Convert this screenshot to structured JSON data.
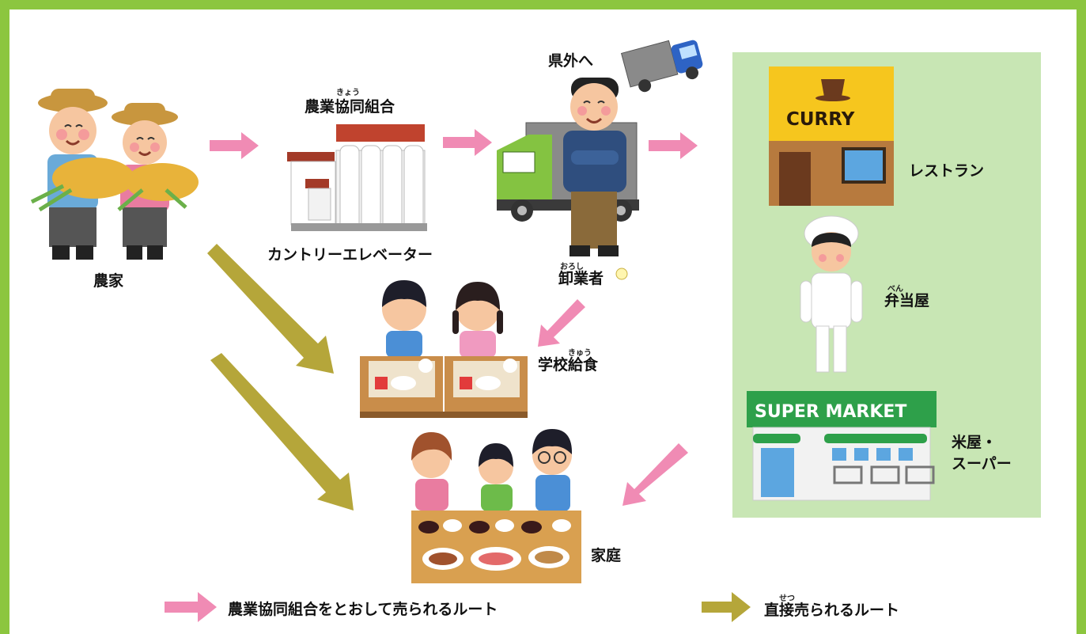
{
  "nodes": {
    "farmer": "農家",
    "coop": "農業協同組合",
    "coop_ruby": "きょう",
    "elevator": "カントリーエレベーター",
    "out_of_pref": "県外へ",
    "wholesaler": "卸業者",
    "wholesaler_ruby": "おろし",
    "school_lunch": "学校給食",
    "school_lunch_ruby": "きゅう",
    "home": "家庭",
    "restaurant": "レストラン",
    "bento": "弁当屋",
    "bento_ruby": "べん",
    "rice_shop": "米屋・",
    "supermarket": "スーパー"
  },
  "signs": {
    "curry": "CURRY",
    "super_market": "SUPER MARKET"
  },
  "legend": {
    "pink_route": "農業協同組合をとおして売られるルート",
    "olive_route": "直接売られるルート",
    "olive_ruby": "せつ"
  },
  "colors": {
    "frame": "#8cc63f",
    "panel": "#c8e6b4",
    "pink_arrow": "#f08bb4",
    "olive_arrow": "#b5a63a"
  }
}
